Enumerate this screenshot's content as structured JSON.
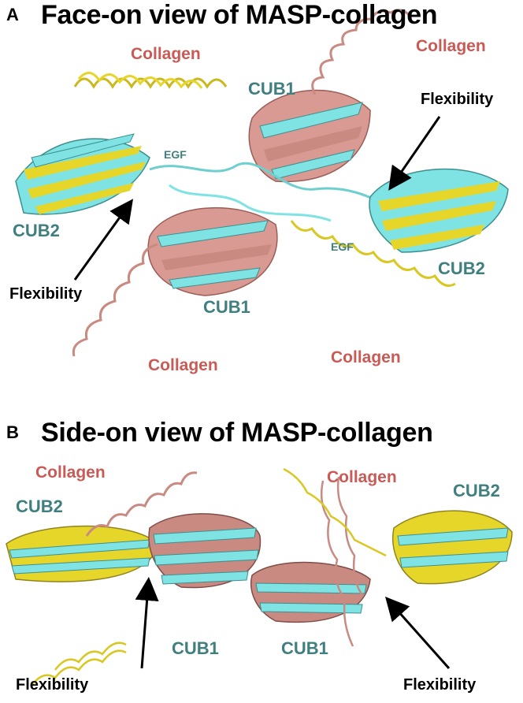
{
  "panel_a": {
    "letter": "A",
    "title": "Face-on view of MASP-collagen",
    "labels": {
      "collagen_top_left": "Collagen",
      "collagen_top_right": "Collagen",
      "collagen_bottom_left": "Collagen",
      "collagen_bottom_right": "Collagen",
      "cub1_top": "CUB1",
      "cub1_bottom": "CUB1",
      "cub2_left": "CUB2",
      "cub2_right": "CUB2",
      "egf_left": "EGF",
      "egf_right": "EGF",
      "flexibility_left": "Flexibility",
      "flexibility_right": "Flexibility"
    }
  },
  "panel_b": {
    "letter": "B",
    "title": "Side-on view of MASP-collagen",
    "labels": {
      "collagen_left": "Collagen",
      "collagen_right": "Collagen",
      "cub2_left": "CUB2",
      "cub2_right": "CUB2",
      "cub1_left": "CUB1",
      "cub1_right": "CUB1",
      "flexibility_left": "Flexibility",
      "flexibility_right": "Flexibility"
    }
  },
  "colors": {
    "yellow_structure": "#e6d62a",
    "cyan_structure": "#7fe3e3",
    "salmon_structure": "#c98a82",
    "collagen_text": "#c95a55",
    "domain_text": "#3f7f7f"
  }
}
